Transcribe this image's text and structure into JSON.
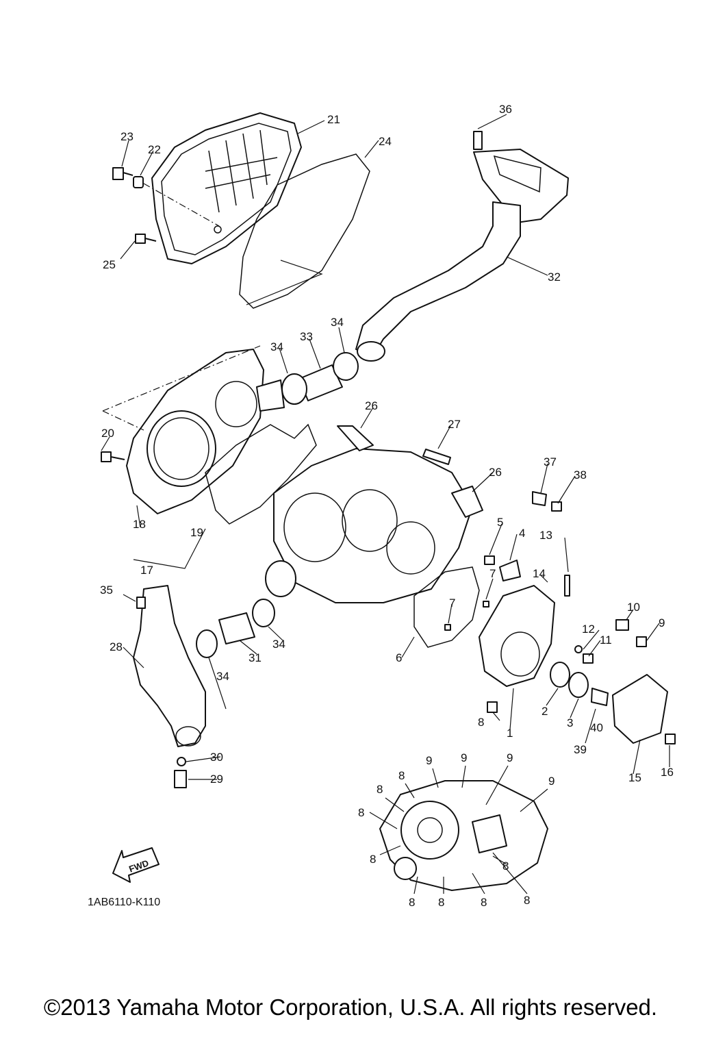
{
  "diagram": {
    "drawing_code": "1AB6110-K110",
    "fwd_label": "FWD",
    "callouts": [
      {
        "id": "c1",
        "text": "1"
      },
      {
        "id": "c2",
        "text": "2"
      },
      {
        "id": "c3",
        "text": "3"
      },
      {
        "id": "c4",
        "text": "4"
      },
      {
        "id": "c5",
        "text": "5"
      },
      {
        "id": "c6",
        "text": "6"
      },
      {
        "id": "c7a",
        "text": "7"
      },
      {
        "id": "c7b",
        "text": "7"
      },
      {
        "id": "c8a",
        "text": "8"
      },
      {
        "id": "c9a",
        "text": "9"
      },
      {
        "id": "c10",
        "text": "10"
      },
      {
        "id": "c11",
        "text": "11"
      },
      {
        "id": "c12",
        "text": "12"
      },
      {
        "id": "c13",
        "text": "13"
      },
      {
        "id": "c14",
        "text": "14"
      },
      {
        "id": "c15",
        "text": "15"
      },
      {
        "id": "c16",
        "text": "16"
      },
      {
        "id": "c17",
        "text": "17"
      },
      {
        "id": "c18",
        "text": "18"
      },
      {
        "id": "c19",
        "text": "19"
      },
      {
        "id": "c20",
        "text": "20"
      },
      {
        "id": "c21",
        "text": "21"
      },
      {
        "id": "c22",
        "text": "22"
      },
      {
        "id": "c23",
        "text": "23"
      },
      {
        "id": "c24",
        "text": "24"
      },
      {
        "id": "c25",
        "text": "25"
      },
      {
        "id": "c26a",
        "text": "26"
      },
      {
        "id": "c26b",
        "text": "26"
      },
      {
        "id": "c27",
        "text": "27"
      },
      {
        "id": "c28",
        "text": "28"
      },
      {
        "id": "c29",
        "text": "29"
      },
      {
        "id": "c30",
        "text": "30"
      },
      {
        "id": "c31",
        "text": "31"
      },
      {
        "id": "c32",
        "text": "32"
      },
      {
        "id": "c33",
        "text": "33"
      },
      {
        "id": "c34a",
        "text": "34"
      },
      {
        "id": "c34b",
        "text": "34"
      },
      {
        "id": "c34c",
        "text": "34"
      },
      {
        "id": "c34d",
        "text": "34"
      },
      {
        "id": "c35",
        "text": "35"
      },
      {
        "id": "c36",
        "text": "36"
      },
      {
        "id": "c37",
        "text": "37"
      },
      {
        "id": "c38",
        "text": "38"
      },
      {
        "id": "c39",
        "text": "39"
      },
      {
        "id": "c40",
        "text": "40"
      },
      {
        "id": "d9a",
        "text": "9"
      },
      {
        "id": "d9b",
        "text": "9"
      },
      {
        "id": "d9c",
        "text": "9"
      },
      {
        "id": "d9d",
        "text": "9"
      },
      {
        "id": "d8a",
        "text": "8"
      },
      {
        "id": "d8b",
        "text": "8"
      },
      {
        "id": "d8c",
        "text": "8"
      },
      {
        "id": "d8d",
        "text": "8"
      },
      {
        "id": "d8e",
        "text": "8"
      },
      {
        "id": "d8f",
        "text": "8"
      },
      {
        "id": "d8g",
        "text": "8"
      },
      {
        "id": "d8h",
        "text": "8"
      },
      {
        "id": "d8i",
        "text": "8"
      }
    ]
  },
  "footer": {
    "copyright": "©2013 Yamaha Motor Corporation, U.S.A. All rights reserved."
  }
}
